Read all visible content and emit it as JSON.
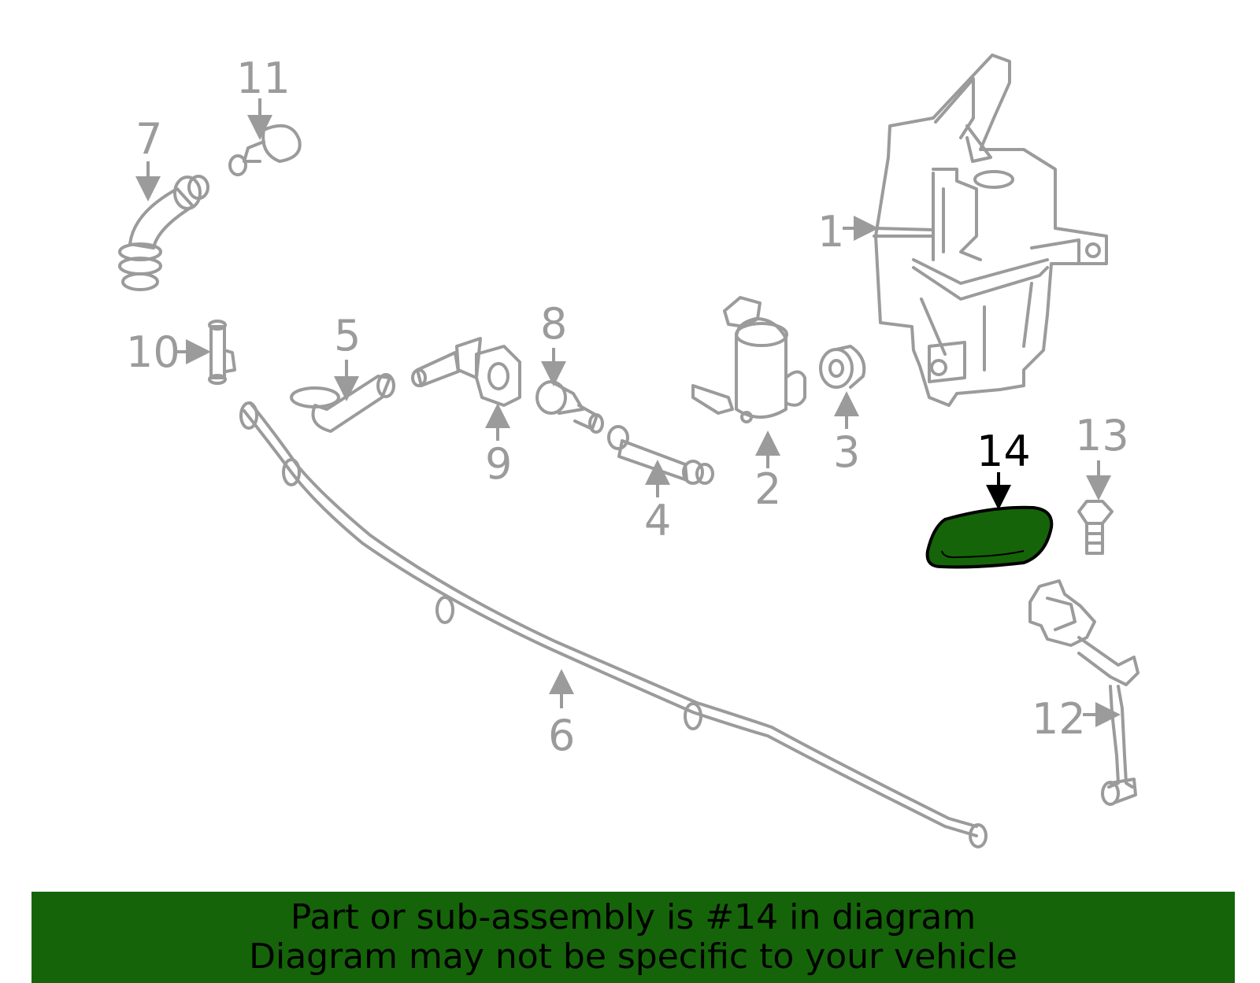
{
  "diagram": {
    "callouts": [
      "1",
      "2",
      "3",
      "4",
      "5",
      "6",
      "7",
      "8",
      "9",
      "10",
      "11",
      "12",
      "13",
      "14"
    ],
    "highlighted_part": "14",
    "highlight_color": "#156409",
    "part_color": "#9b9b9b"
  },
  "banner": {
    "line1": "Part or sub-assembly is #14 in diagram",
    "line2": "Diagram may not be specific to your vehicle",
    "background": "#156409"
  }
}
